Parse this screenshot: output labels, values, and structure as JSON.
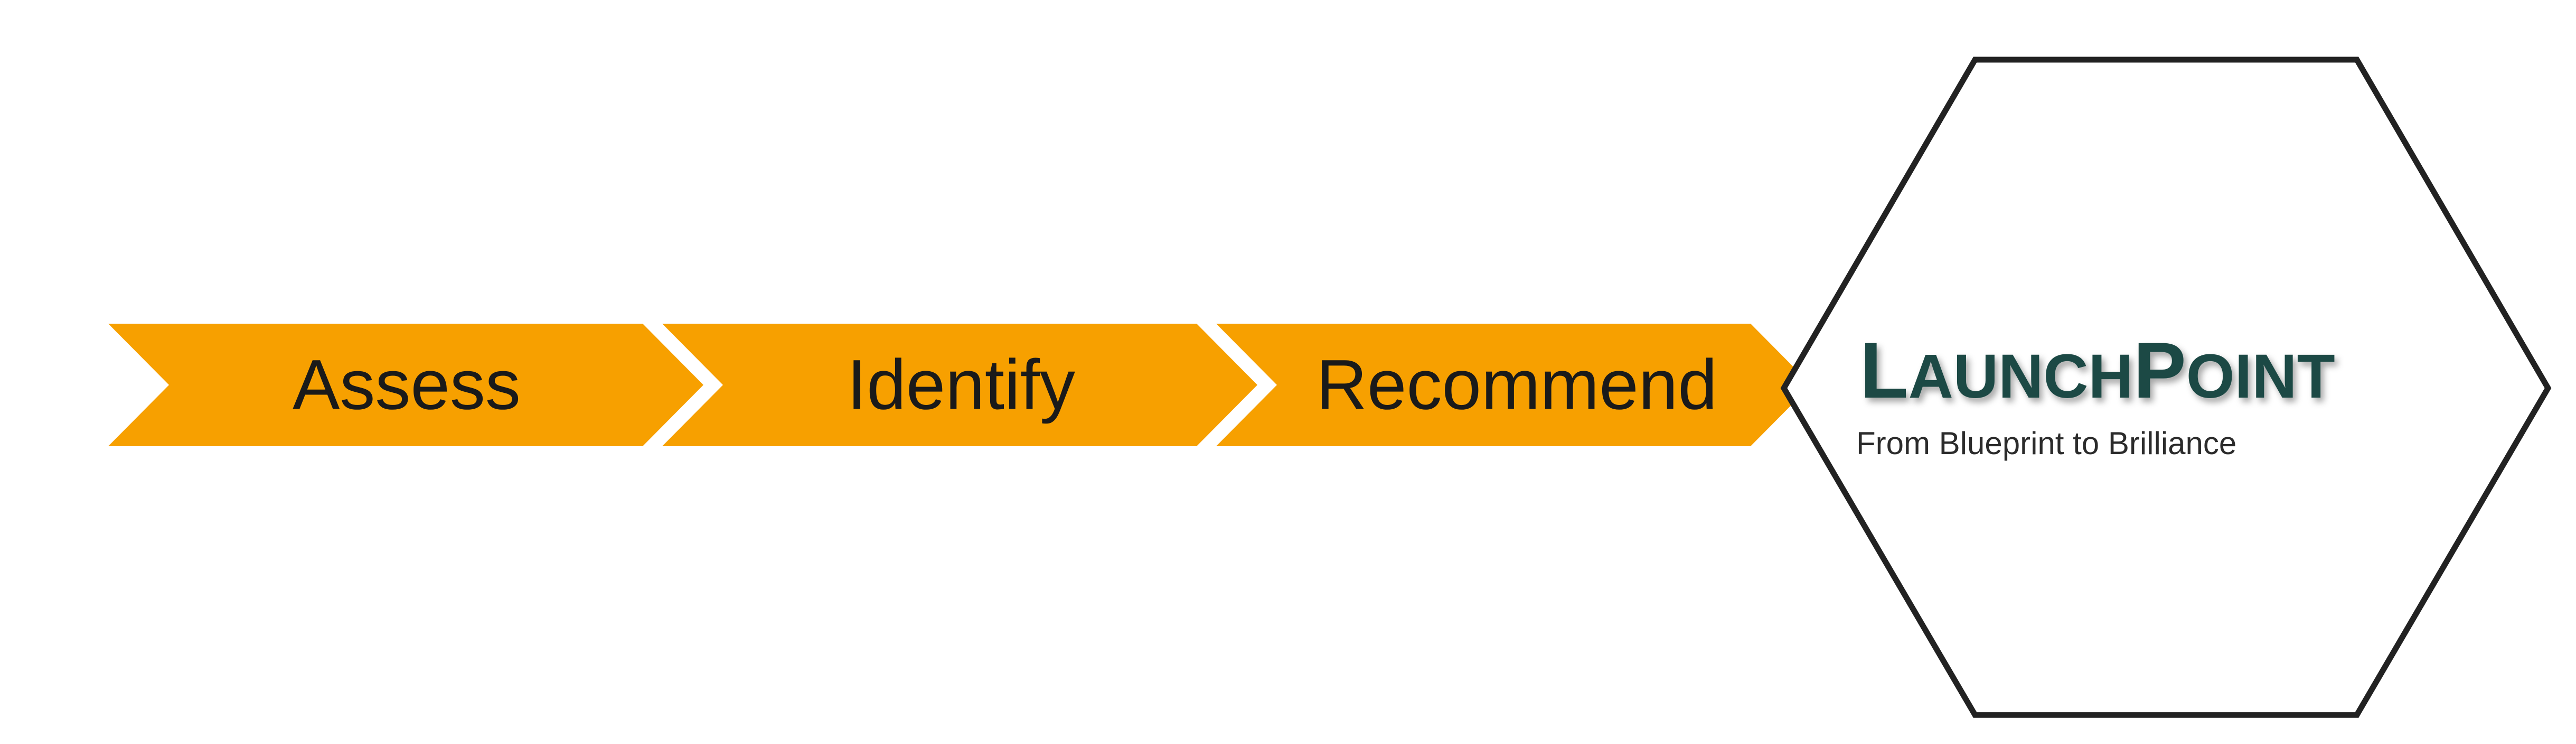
{
  "colors": {
    "arrow_fill": "#F7A000",
    "hexagon_stroke": "#222222",
    "brand_text": "#1F4A45",
    "step_text": "#1A1A1A",
    "tagline_text": "#2B2B2B"
  },
  "steps": [
    {
      "label": "Assess"
    },
    {
      "label": "Identify"
    },
    {
      "label": "Recommend"
    }
  ],
  "brand": {
    "title_first": "L",
    "title_rest1": "AUNCH",
    "title_mid": "P",
    "title_rest2": "OINT",
    "tagline": "From Blueprint to Brilliance"
  }
}
